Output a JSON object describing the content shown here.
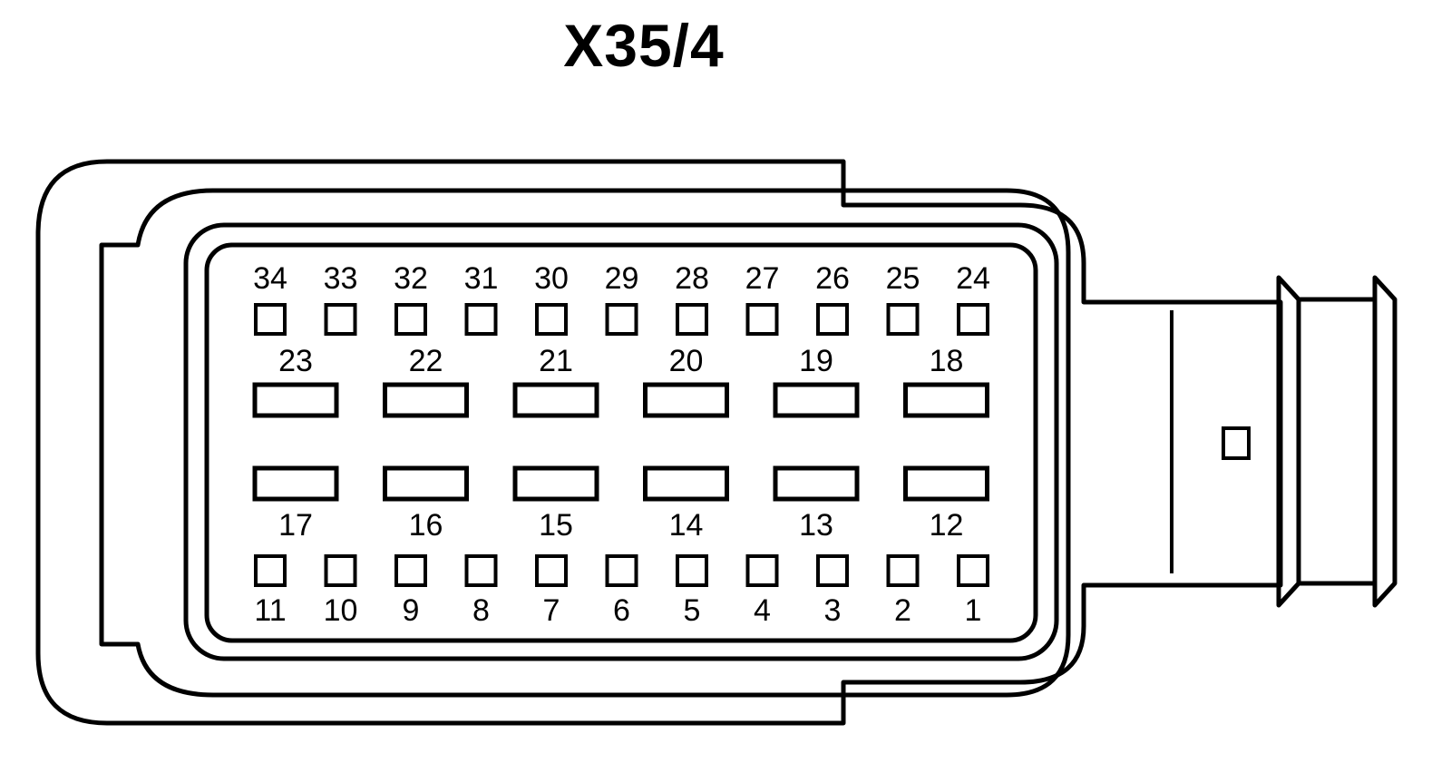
{
  "title": "X35/4",
  "pins": {
    "top_row": [
      "34",
      "33",
      "32",
      "31",
      "30",
      "29",
      "28",
      "27",
      "26",
      "25",
      "24"
    ],
    "upper_blades": [
      "23",
      "22",
      "21",
      "20",
      "19",
      "18"
    ],
    "lower_blades": [
      "17",
      "16",
      "15",
      "14",
      "13",
      "12"
    ],
    "bottom_row": [
      "11",
      "10",
      "9",
      "8",
      "7",
      "6",
      "5",
      "4",
      "3",
      "2",
      "1"
    ]
  }
}
